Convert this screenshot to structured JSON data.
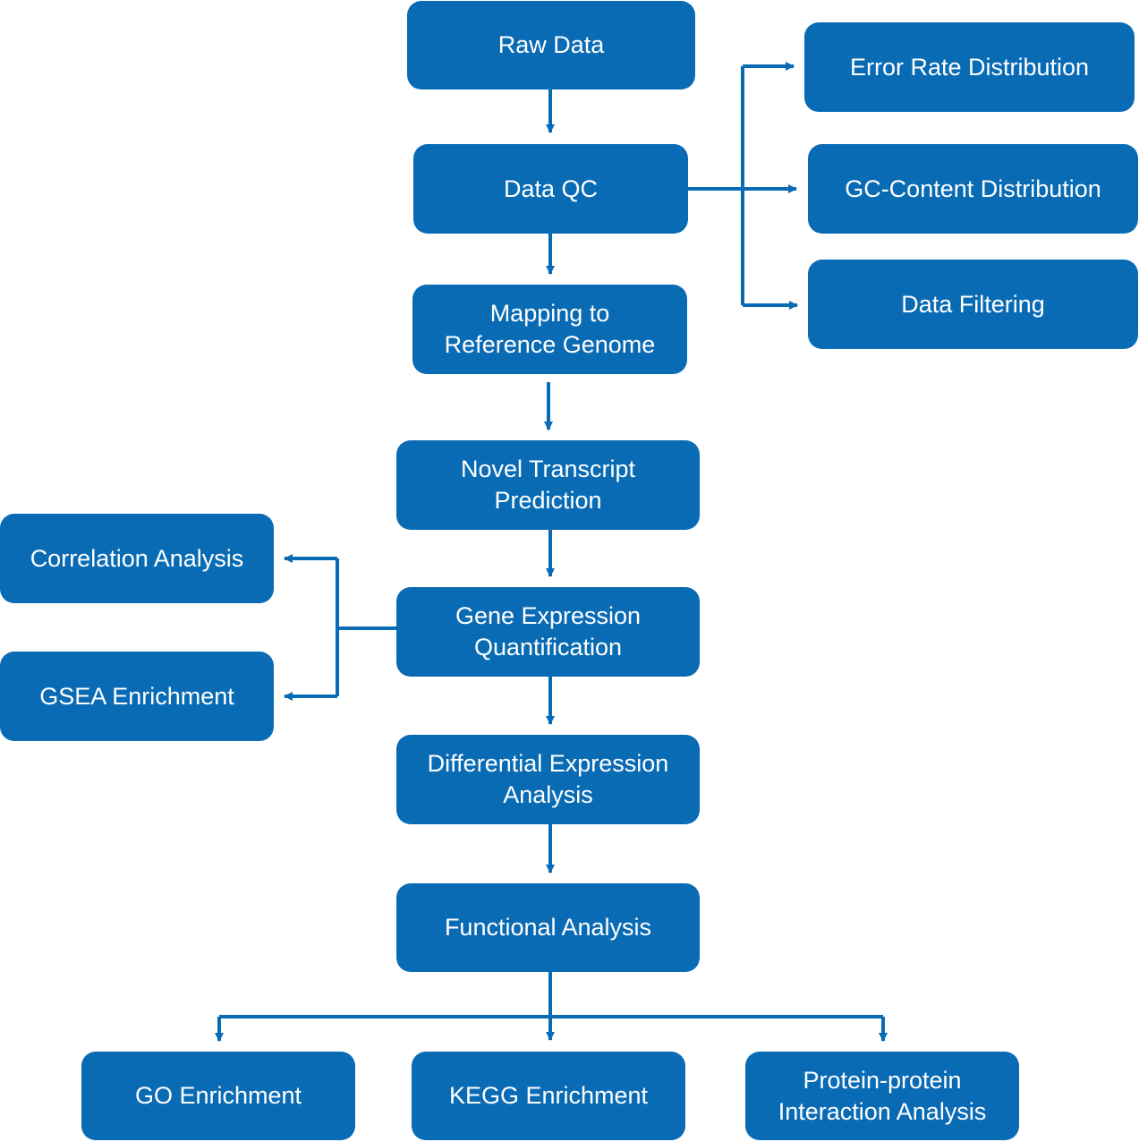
{
  "colors": {
    "node_fill": "#0A6BB5",
    "node_text": "#FFFFFF",
    "connector": "#0A6BB5",
    "background": "#FFFFFF"
  },
  "nodes": {
    "raw_data": {
      "lines": [
        "Raw Data"
      ]
    },
    "data_qc": {
      "lines": [
        "Data QC"
      ]
    },
    "mapping": {
      "lines": [
        "Mapping to",
        "Reference Genome"
      ]
    },
    "novel_transcript": {
      "lines": [
        "Novel Transcript",
        "Prediction"
      ]
    },
    "gene_expression": {
      "lines": [
        "Gene Expression",
        "Quantification"
      ]
    },
    "differential_expression": {
      "lines": [
        "Differential Expression",
        "Analysis"
      ]
    },
    "functional_analysis": {
      "lines": [
        "Functional Analysis"
      ]
    },
    "error_rate": {
      "lines": [
        "Error Rate Distribution"
      ]
    },
    "gc_content": {
      "lines": [
        "GC-Content Distribution"
      ]
    },
    "data_filtering": {
      "lines": [
        "Data Filtering"
      ]
    },
    "correlation": {
      "lines": [
        "Correlation Analysis"
      ]
    },
    "gsea": {
      "lines": [
        "GSEA Enrichment"
      ]
    },
    "go_enrichment": {
      "lines": [
        "GO Enrichment"
      ]
    },
    "kegg_enrichment": {
      "lines": [
        "KEGG Enrichment"
      ]
    },
    "ppi": {
      "lines": [
        "Protein-protein",
        "Interaction Analysis"
      ]
    }
  },
  "edges": [
    {
      "from": "raw_data",
      "to": "data_qc"
    },
    {
      "from": "data_qc",
      "to": "mapping"
    },
    {
      "from": "mapping",
      "to": "novel_transcript"
    },
    {
      "from": "novel_transcript",
      "to": "gene_expression"
    },
    {
      "from": "gene_expression",
      "to": "differential_expression"
    },
    {
      "from": "differential_expression",
      "to": "functional_analysis"
    },
    {
      "from": "data_qc",
      "to": "error_rate"
    },
    {
      "from": "data_qc",
      "to": "gc_content"
    },
    {
      "from": "data_qc",
      "to": "data_filtering"
    },
    {
      "from": "gene_expression",
      "to": "correlation"
    },
    {
      "from": "gene_expression",
      "to": "gsea"
    },
    {
      "from": "functional_analysis",
      "to": "go_enrichment"
    },
    {
      "from": "functional_analysis",
      "to": "kegg_enrichment"
    },
    {
      "from": "functional_analysis",
      "to": "ppi"
    }
  ]
}
